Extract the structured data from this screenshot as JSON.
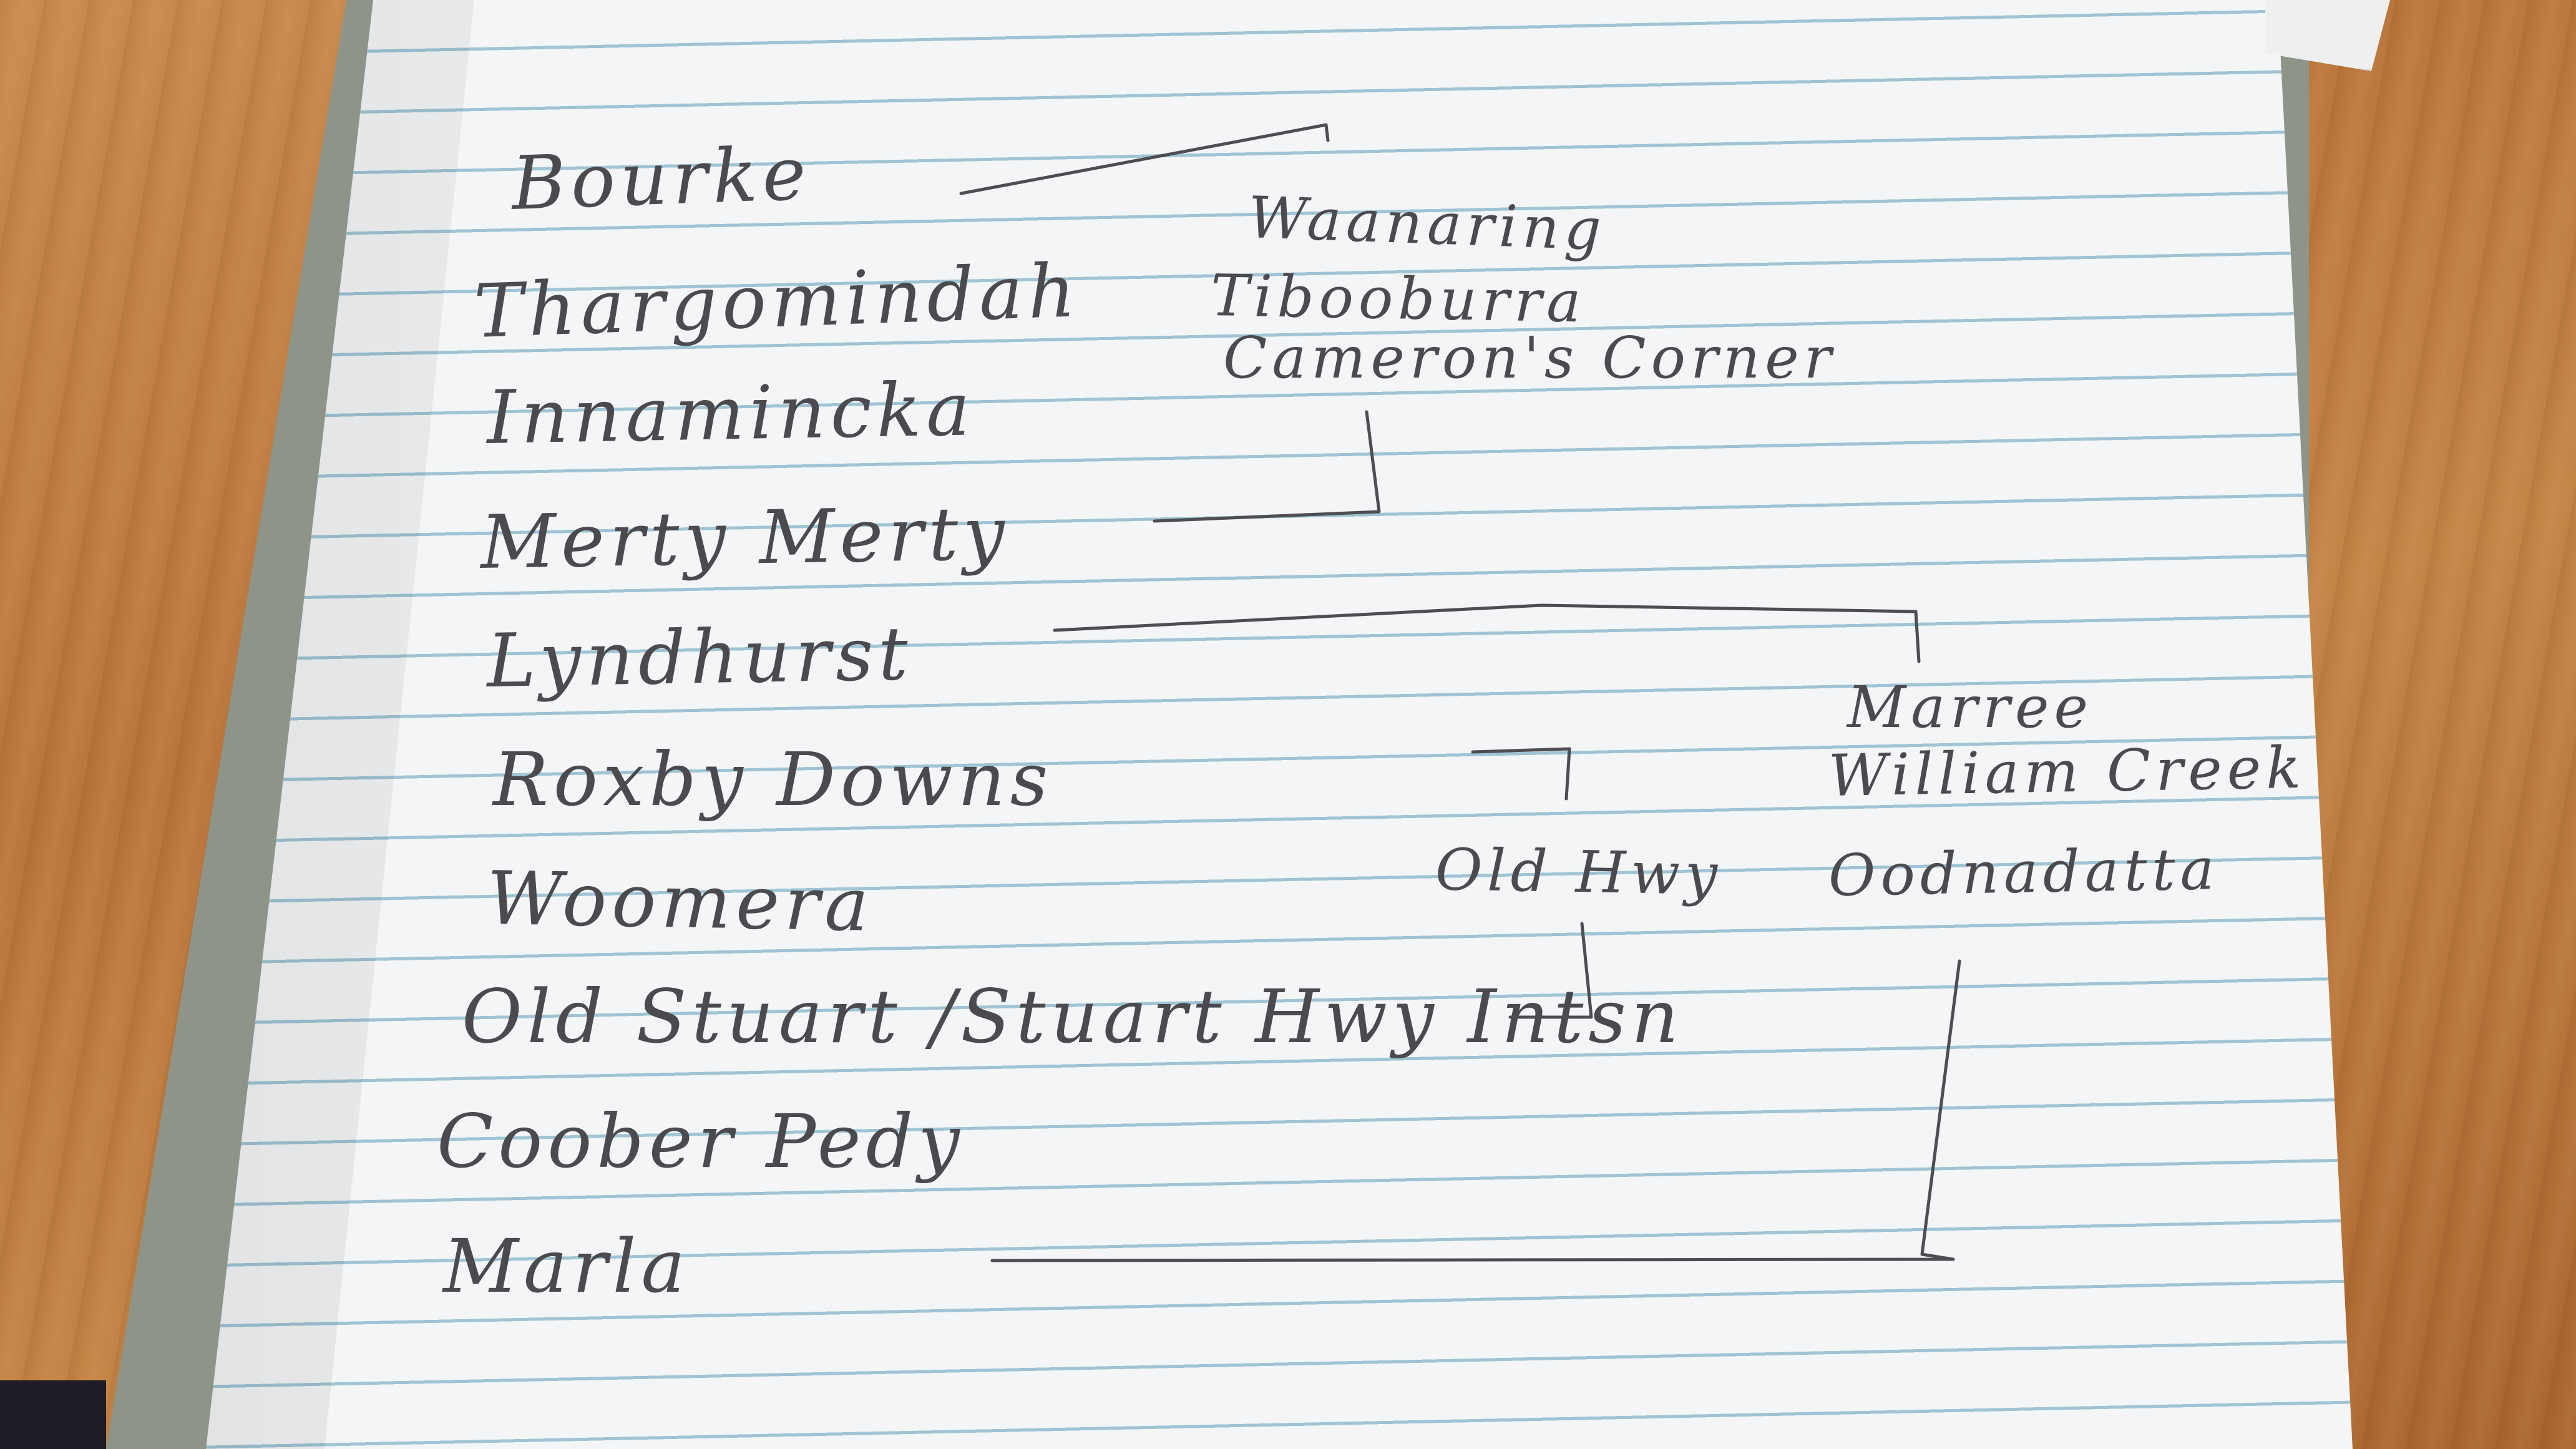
{
  "left_towns": [
    "Bourke",
    "Thargomindah",
    "Innamincka",
    "Merty Merty",
    "Lyndhurst",
    "Roxby Downs",
    "Woomera",
    "Old Stuart /Stuart Hwy Intsn",
    "Coober Pedy",
    "Marla"
  ],
  "right_group_top": [
    "Waanaring",
    "Tibooburra",
    "Cameron's Corner"
  ],
  "right_group_side": [
    "Marree",
    "William Creek",
    "Oodnadatta"
  ],
  "old_hwy": "Old Hwy"
}
